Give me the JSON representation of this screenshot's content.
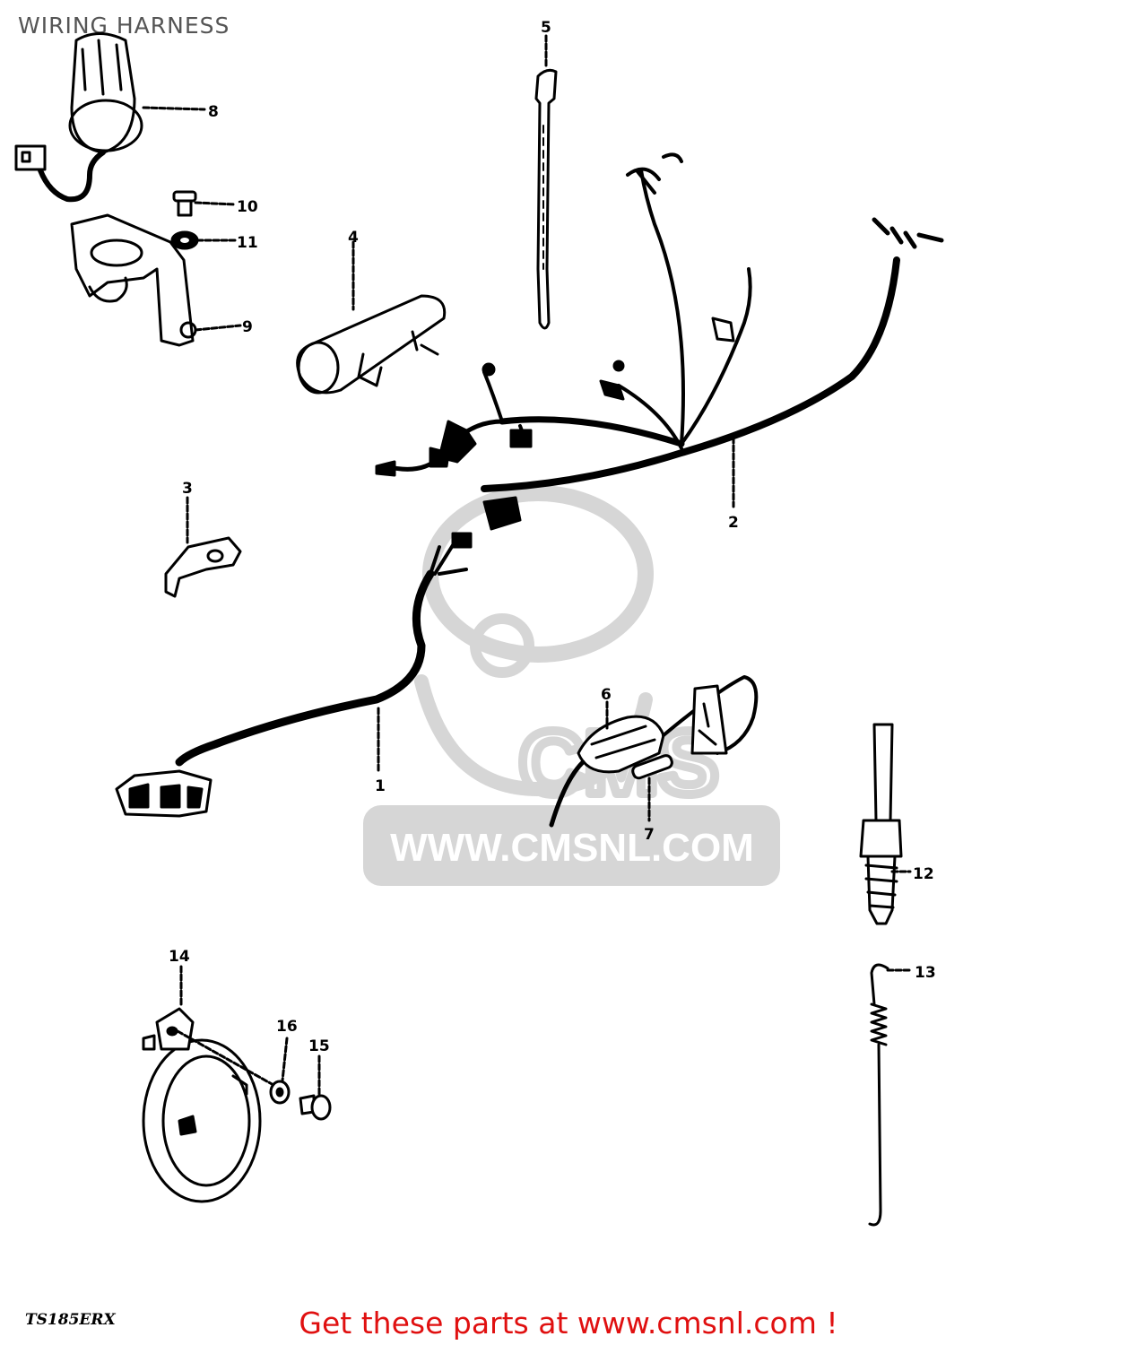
{
  "header": {
    "title": "WIRING HARNESS"
  },
  "watermark": {
    "text": "WWW.CMSNL.COM",
    "logo_text": "CMS"
  },
  "parts": [
    {
      "id": "1",
      "label": "1"
    },
    {
      "id": "2",
      "label": "2"
    },
    {
      "id": "3",
      "label": "3"
    },
    {
      "id": "4",
      "label": "4"
    },
    {
      "id": "5",
      "label": "5"
    },
    {
      "id": "6",
      "label": "6"
    },
    {
      "id": "7",
      "label": "7"
    },
    {
      "id": "8",
      "label": "8"
    },
    {
      "id": "9",
      "label": "9"
    },
    {
      "id": "10",
      "label": "10"
    },
    {
      "id": "11",
      "label": "11"
    },
    {
      "id": "12",
      "label": "12"
    },
    {
      "id": "13",
      "label": "13"
    },
    {
      "id": "14",
      "label": "14"
    },
    {
      "id": "15",
      "label": "15"
    },
    {
      "id": "16",
      "label": "16"
    }
  ],
  "footer": {
    "model_code": "TS185ERX",
    "link_text": "Get these parts at www.cmsnl.com !"
  },
  "colors": {
    "footer_link": "#e01010",
    "line": "#000000",
    "watermark": "#d6d6d6"
  }
}
